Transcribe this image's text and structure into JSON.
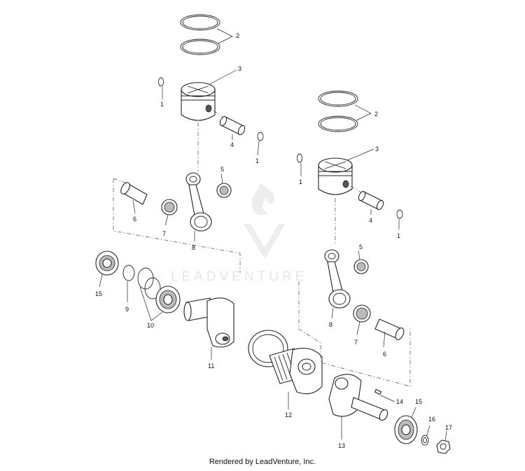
{
  "watermark": {
    "text": "LEADVENTURE"
  },
  "footer": {
    "text": "Rendered by LeadVenture, Inc."
  },
  "labels": {
    "l1a": "1",
    "l1b": "1",
    "l1c": "1",
    "l1d": "1",
    "l2a": "2",
    "l2b": "2",
    "l3a": "3",
    "l3b": "3",
    "l4a": "4",
    "l4b": "4",
    "l5a": "5",
    "l5b": "5",
    "l6a": "6",
    "l6b": "6",
    "l7a": "7",
    "l7b": "7",
    "l8a": "8",
    "l8b": "8",
    "l9": "9",
    "l10": "10",
    "l11": "11",
    "l12": "12",
    "l13": "13",
    "l14": "14",
    "l15a": "15",
    "l15b": "15",
    "l16": "16",
    "l17": "17"
  }
}
